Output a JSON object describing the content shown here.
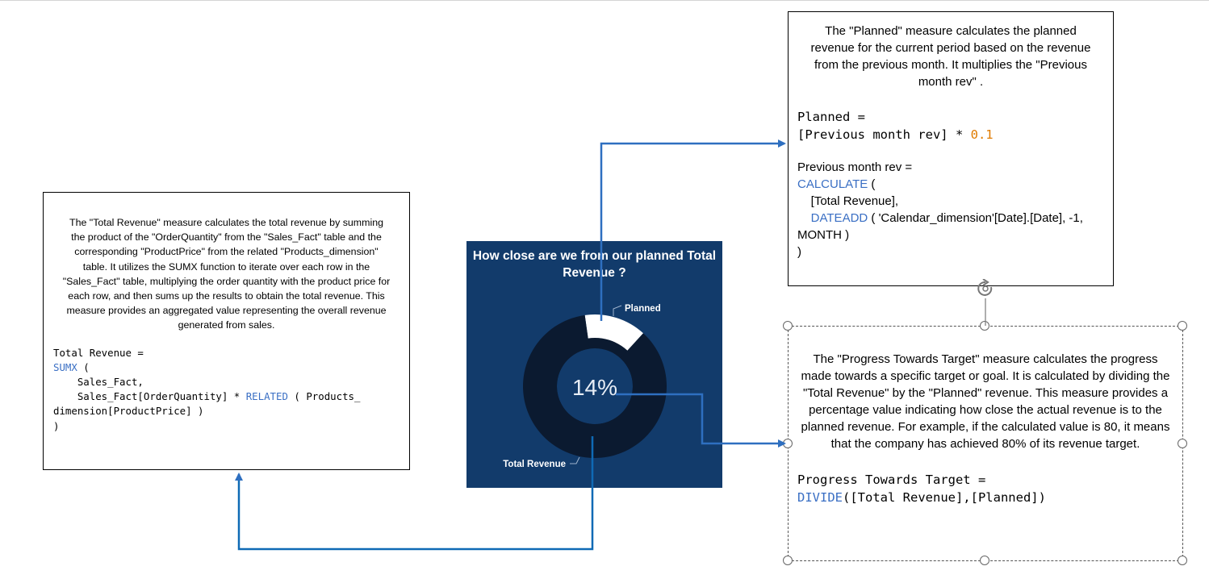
{
  "left_box": {
    "description": "The \"Total Revenue\" measure calculates the total revenue by summing the product of the \"OrderQuantity\" from the \"Sales_Fact\" table and the corresponding \"ProductPrice\" from the related \"Products_dimension\" table. It utilizes the SUMX function to iterate over each row in the \"Sales_Fact\" table, multiplying the order quantity with the product price for each row, and then sums up the results to obtain the total revenue. This measure provides an aggregated value representing the overall revenue generated from sales.",
    "code": {
      "line1": "Total Revenue =",
      "fn_sumx": "SUMX",
      "paren_open": " (",
      "line3": "    Sales_Fact,",
      "line4_pre": "    Sales_Fact[OrderQuantity] * ",
      "fn_related": "RELATED",
      "line4_post": " ( Products_",
      "line5": "dimension[ProductPrice] )",
      "line6": ")"
    }
  },
  "planned_box": {
    "description": "The \"Planned\" measure calculates the planned revenue for the current period based on the revenue from the previous month. It multiplies the \"Previous month rev\"  .",
    "code": {
      "line1": "Planned =",
      "line2_pre": "[Previous month rev] * ",
      "line2_num": "0.1"
    },
    "code2": {
      "line1": "Previous month rev =",
      "fn_calculate": "CALCULATE",
      "calc_paren": " (",
      "line3": "    [Total Revenue],",
      "fn_dateadd": "DATEADD",
      "line4_post": " ( 'Calendar_dimension'[Date].[Date], -1,",
      "line5": "MONTH )",
      "line6": ")"
    }
  },
  "progress_box": {
    "description": "The \"Progress Towards Target\" measure calculates the progress made towards a specific target or goal. It is calculated by dividing the \"Total Revenue\" by the \"Planned\" revenue. This measure provides a percentage value indicating how close the actual revenue is to the planned revenue. For example, if the calculated value is 80, it means that the company has achieved 80% of its revenue target.",
    "code": {
      "line1": "Progress Towards Target =",
      "fn_divide": "DIVIDE",
      "line2_post": "([Total Revenue],[Planned])"
    }
  },
  "chart_data": {
    "type": "pie",
    "title": "How close are we from our planned Total Revenue ?",
    "center_label": "14%",
    "series": [
      {
        "name": "Planned",
        "value": 14,
        "color": "#ffffff"
      },
      {
        "name": "Total Revenue",
        "value": 86,
        "color": "#0b1a30"
      }
    ],
    "background": "#123b6b"
  },
  "colors": {
    "connector": "#2e6fc0",
    "keyword": "#3a6fc4",
    "number": "#e07b00"
  },
  "icons": {
    "rotate_handle": "rotate-icon"
  }
}
